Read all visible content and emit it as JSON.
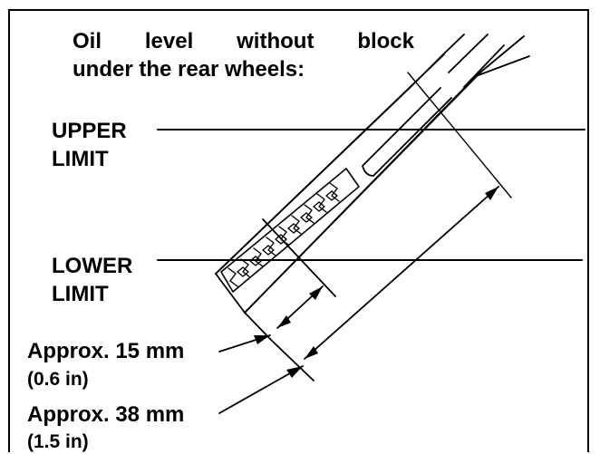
{
  "title": {
    "line1": "Oil level without block",
    "line2": "under the rear wheels:"
  },
  "labels": {
    "upper_line1": "UPPER",
    "upper_line2": "LIMIT",
    "lower_line1": "LOWER",
    "lower_line2": "LIMIT",
    "dim_15_line1": "Approx. 15 mm",
    "dim_15_line2": "(0.6 in)",
    "dim_38_line1": "Approx. 38 mm",
    "dim_38_line2": "(1.5 in)"
  },
  "colors": {
    "ink": "#000000",
    "background": "#ffffff"
  }
}
